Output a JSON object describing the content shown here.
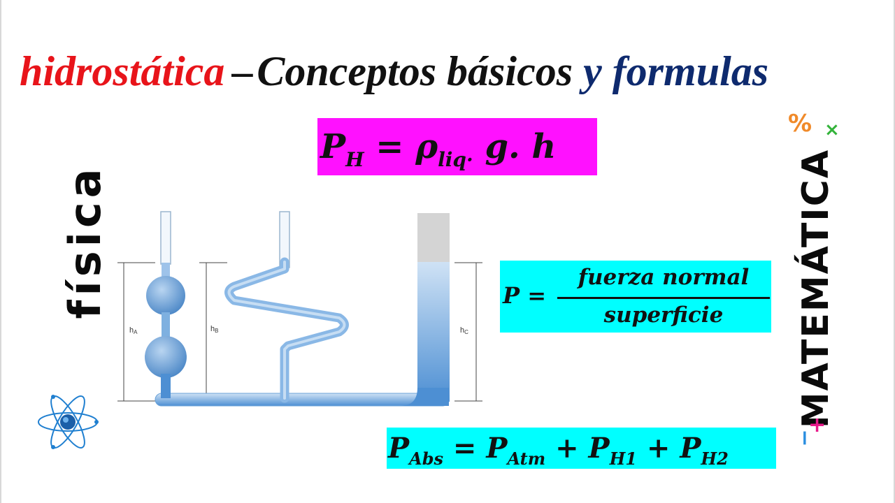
{
  "title": {
    "part1": "hidrostática",
    "dash": "–",
    "part2": "Conceptos básicos",
    "part3": "y formulas"
  },
  "formulas": {
    "hydrostatic": {
      "lhs": "P",
      "lhs_sub": "H",
      "eq": " = ",
      "rho": "ρ",
      "rho_sub": "liq·",
      "rest": " g. h"
    },
    "pressure": {
      "lhs": "P =",
      "numerator": "fuerza normal",
      "denominator": "superficie"
    },
    "absolute": {
      "p1": "P",
      "p1_sub": "Abs",
      "eq": " = ",
      "p2": "P",
      "p2_sub": "Atm",
      "plus1": " + ",
      "p3": "P",
      "p3_sub": "H1",
      "plus2": " + ",
      "p4": "P",
      "p4_sub": "H2"
    }
  },
  "diagram": {
    "labels": {
      "hA": {
        "h": "h",
        "sub": "A"
      },
      "hB": {
        "h": "h",
        "sub": "B"
      },
      "hC": {
        "h": "h",
        "sub": "C"
      }
    }
  },
  "side_left": {
    "word": "física"
  },
  "side_right": {
    "word": "MATEMÁTICA",
    "symbols": {
      "percent": "%",
      "times": "×",
      "plus": "+",
      "minus": "−"
    }
  },
  "colors": {
    "title_red": "#e8141a",
    "title_blue": "#0e2a6e",
    "formula_magenta": "#ff11ff",
    "formula_cyan": "#00ffff",
    "liquid_blue": "#5d9ad6",
    "atom_blue": "#1f7fd0"
  },
  "icons": {
    "atom": "atom-icon"
  }
}
